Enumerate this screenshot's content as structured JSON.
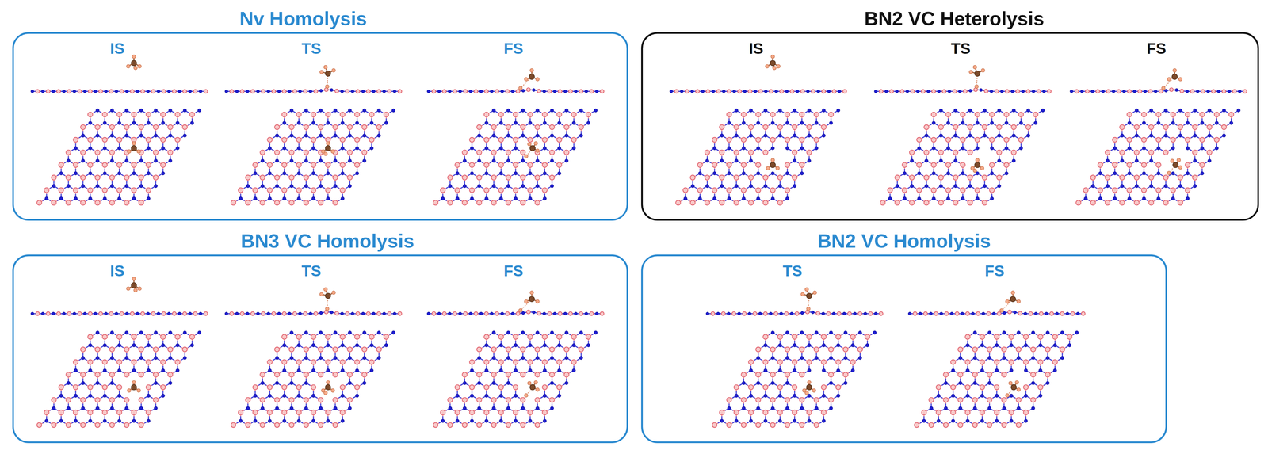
{
  "diagram": {
    "nodes": [
      {
        "text": [
          "Nv Homolysis",
          "IS",
          "TS",
          "FS"
        ]
      },
      {
        "text": [
          "BN2 VC Heterolysis",
          "IS",
          "TS",
          "FS"
        ]
      },
      {
        "text": [
          "BN3 VC Homolysis",
          "IS",
          "TS",
          "FS"
        ]
      },
      {
        "text": [
          "BN2 VC Homolysis",
          "TS",
          "FS"
        ]
      }
    ]
  }
}
